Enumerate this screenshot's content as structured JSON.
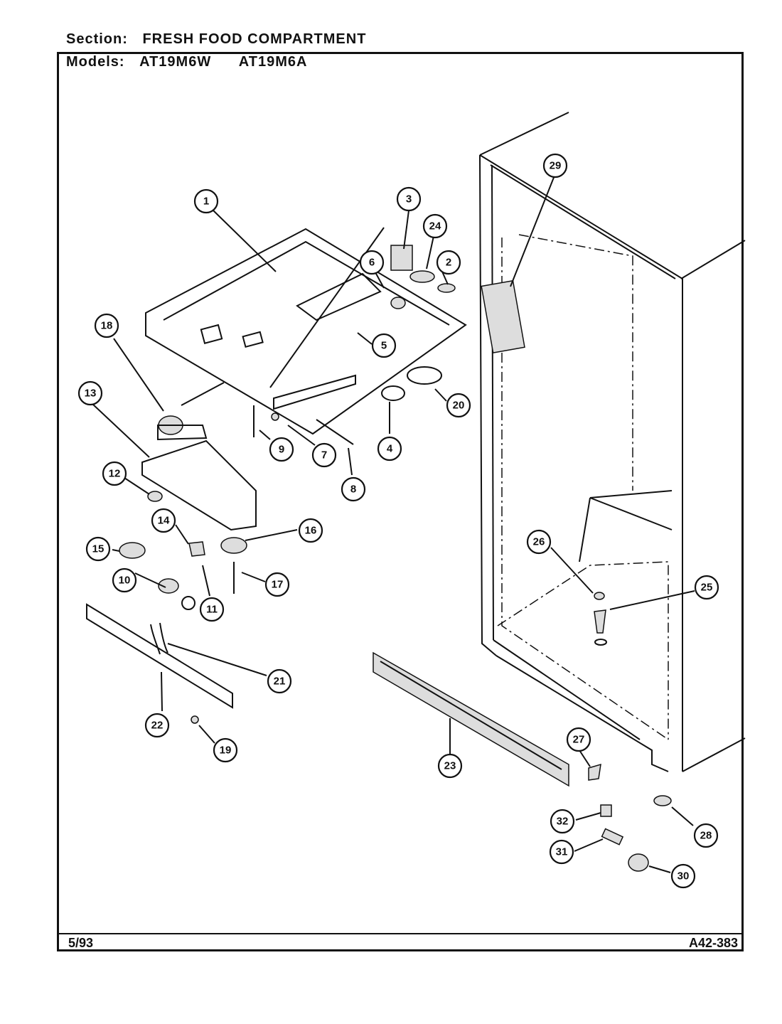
{
  "header": {
    "section_label": "Section:",
    "section_value": "FRESH FOOD COMPARTMENT",
    "models_label": "Models:",
    "models": [
      "AT19M6W",
      "AT19M6A"
    ]
  },
  "footer": {
    "date": "5/93",
    "diagram_code": "A42-383"
  },
  "callouts": [
    {
      "number": "1"
    },
    {
      "number": "2"
    },
    {
      "number": "3"
    },
    {
      "number": "4"
    },
    {
      "number": "5"
    },
    {
      "number": "6"
    },
    {
      "number": "7"
    },
    {
      "number": "8"
    },
    {
      "number": "9"
    },
    {
      "number": "10"
    },
    {
      "number": "11"
    },
    {
      "number": "12"
    },
    {
      "number": "13"
    },
    {
      "number": "14"
    },
    {
      "number": "15"
    },
    {
      "number": "16"
    },
    {
      "number": "17"
    },
    {
      "number": "18"
    },
    {
      "number": "19"
    },
    {
      "number": "20"
    },
    {
      "number": "21"
    },
    {
      "number": "22"
    },
    {
      "number": "23"
    },
    {
      "number": "24"
    },
    {
      "number": "25"
    },
    {
      "number": "26"
    },
    {
      "number": "27"
    },
    {
      "number": "28"
    },
    {
      "number": "29"
    },
    {
      "number": "30"
    },
    {
      "number": "31"
    },
    {
      "number": "32"
    }
  ]
}
